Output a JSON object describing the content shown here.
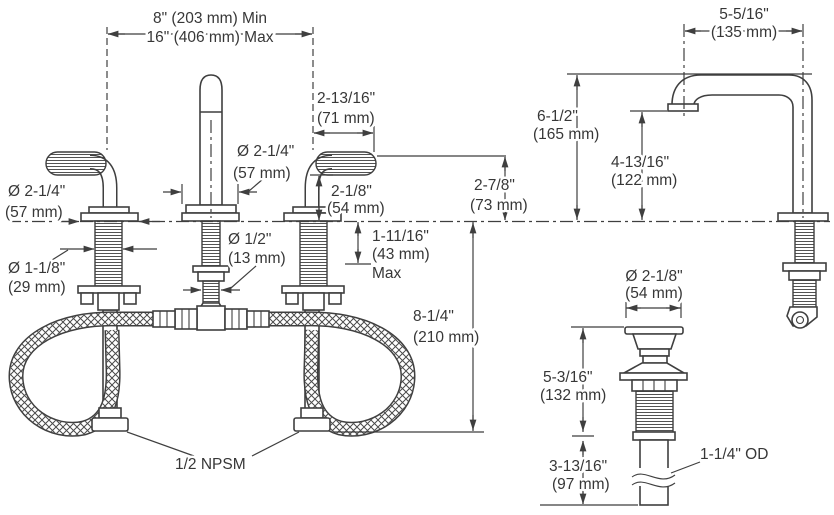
{
  "title": "Widespread faucet installation dimension diagram",
  "colors": {
    "line": "#3f3f3f",
    "background": "#ffffff",
    "text": "#373737"
  },
  "front_view": {
    "spread_min": "8\" (203 mm) Min",
    "spread_max": "16\" (406 mm) Max",
    "handle_reach_in": "2-13/16\"",
    "handle_reach_mm": "(71 mm)",
    "spout_base_dia_in": "Ø 2-1/4\"",
    "spout_base_dia_mm": "(57 mm)",
    "handle_base_dia_in": "Ø 2-1/4\"",
    "handle_base_dia_mm": "(57 mm)",
    "handle_shank_dia_in": "Ø 1-1/8\"",
    "handle_shank_dia_mm": "(29 mm)",
    "spout_shank_dia_in": "Ø 1/2\"",
    "spout_shank_dia_mm": "(13 mm)",
    "handle_body_height_in": "2-1/8\"",
    "handle_body_height_mm": "(54 mm)",
    "handle_top_height_in": "2-7/8\"",
    "handle_top_height_mm": "(73 mm)",
    "deck_thickness_in": "1-11/16\"",
    "deck_thickness_mm": "(43 mm)",
    "deck_thickness_note": "Max",
    "supply_drop_in": "8-1/4\"",
    "supply_drop_mm": "(210 mm)",
    "supply_thread": "1/2 NPSM"
  },
  "side_view": {
    "spout_reach_in": "5-5/16\"",
    "spout_reach_mm": "(135 mm)",
    "spout_height_in": "6-1/2\"",
    "spout_height_mm": "(165 mm)",
    "outlet_height_in": "4-13/16\"",
    "outlet_height_mm": "(122 mm)"
  },
  "drain": {
    "flange_dia_in": "Ø 2-1/8\"",
    "flange_dia_mm": "(54 mm)",
    "body_length_in": "5-3/16\"",
    "body_length_mm": "(132 mm)",
    "tailpiece_length_in": "3-13/16\"",
    "tailpiece_length_mm": "(97 mm)",
    "tailpiece_od": "1-1/4\" OD"
  }
}
